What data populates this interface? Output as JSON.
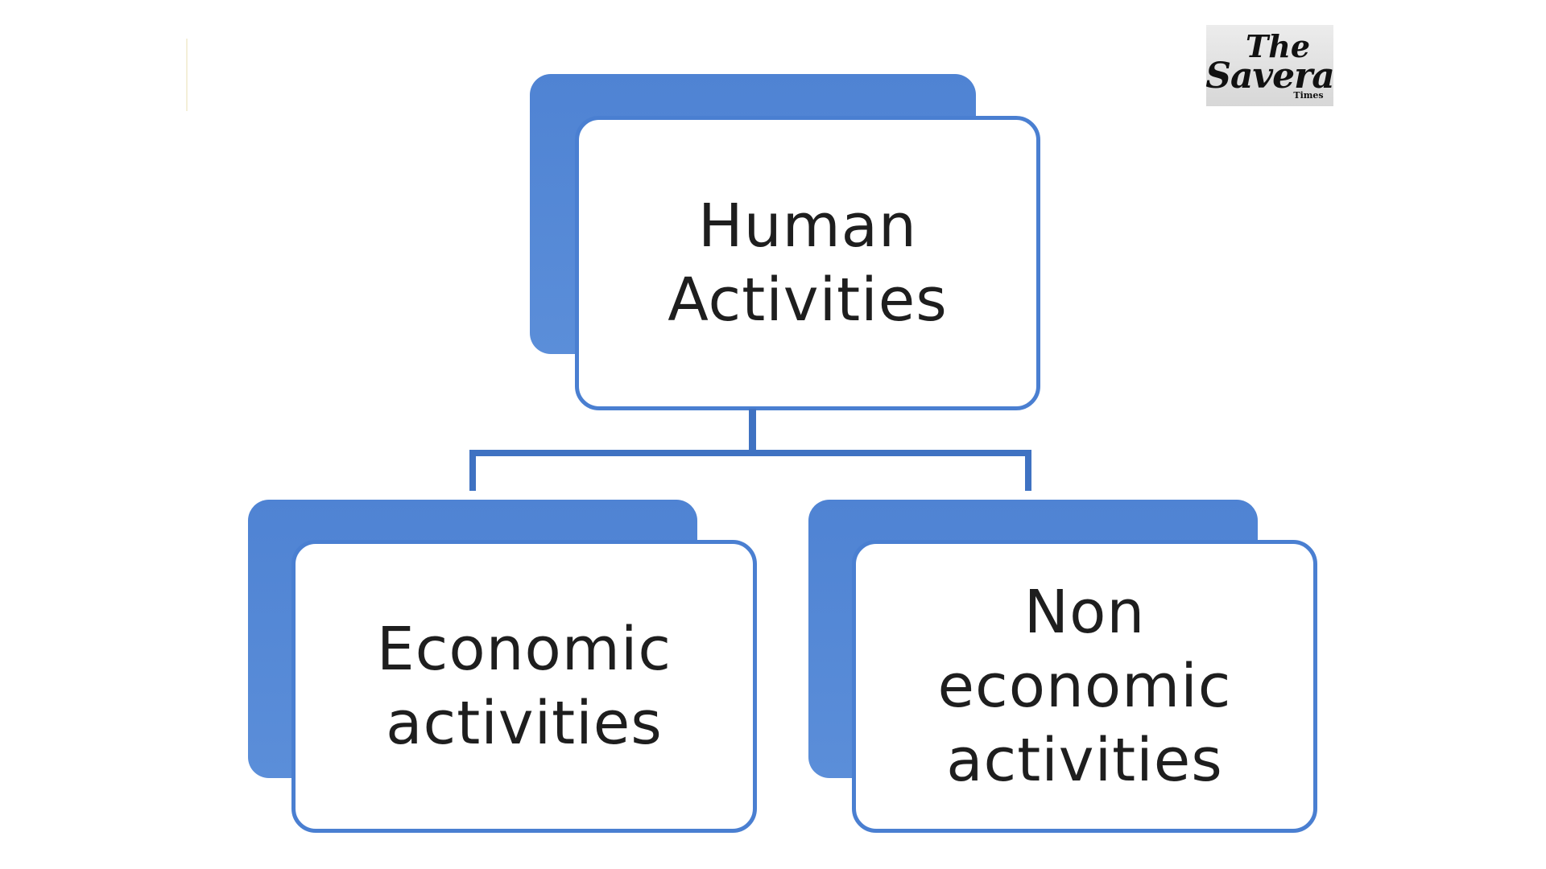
{
  "diagram": {
    "root": {
      "label": "Human\nActivities"
    },
    "children": [
      {
        "label": "Economic\nactivities"
      },
      {
        "label": "Non\neconomic\nactivities"
      }
    ]
  },
  "logo": {
    "line1": "The",
    "line2": "Savera",
    "line3": "Times"
  },
  "colors": {
    "box_shadow_fill": "#4f83d3",
    "box_border": "#4a7fd1",
    "connector": "#3f72c2",
    "text": "#1e1e1e",
    "background": "#ffffff"
  }
}
